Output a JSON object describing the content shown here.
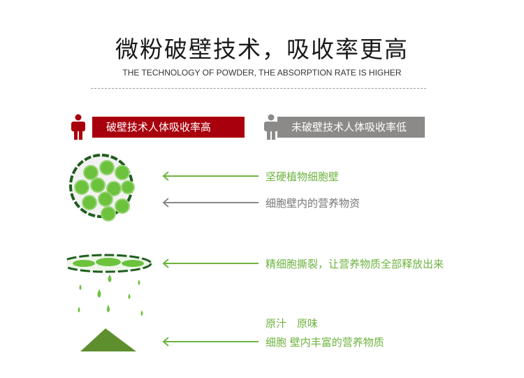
{
  "header": {
    "title": "微粉破壁技术，吸收率更高",
    "subtitle": "THE TECHNOLOGY OF POWDER, THE ABSORPTION RATE IS HIGHER"
  },
  "legend": {
    "broken": "破壁技术人体吸收率高",
    "unbroken": "未破壁技术人体吸收率低"
  },
  "labels": {
    "cell_wall": "坚硬植物细胞壁",
    "nutrients": "细胞壁内的营养物资",
    "released": "精细胞撕裂，让营养物质全部释放出来",
    "juice": "原汁　原味",
    "rich": "细胞 壁内丰富的营养物质"
  },
  "colors": {
    "red": "#a8000c",
    "gray": "#8c8a88",
    "green": "#6db33f"
  }
}
